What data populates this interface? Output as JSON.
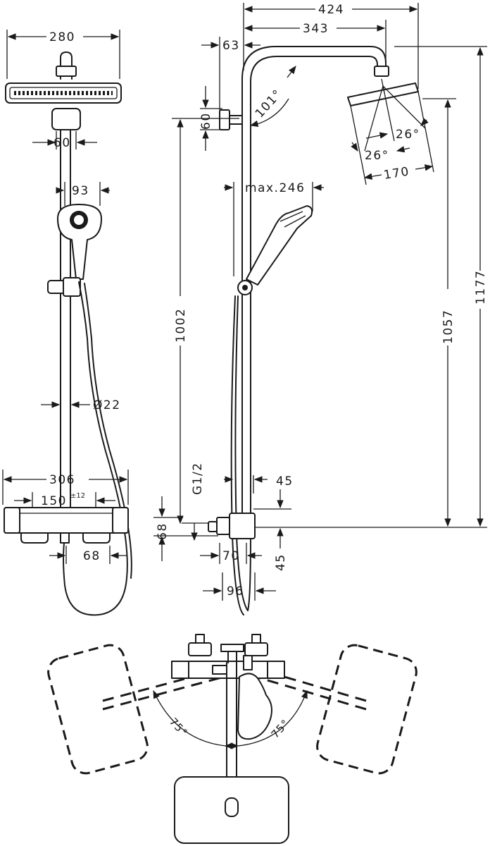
{
  "dimensions": {
    "front_width_head": "280",
    "front_arm_connector": "60",
    "front_hand_shower": "93",
    "front_rail_diameter": "Ø22",
    "front_thermostat_width": "306",
    "front_inlet_spacing": "150",
    "front_inlet_tolerance": "±12",
    "front_outlet": "68",
    "side_total_reach": "424",
    "side_arm_reach": "343",
    "side_wall_offset": "63",
    "side_bracket_height": "60",
    "side_arm_angle": "101°",
    "side_tilt_angle_1": "26°",
    "side_tilt_angle_2": "26°",
    "side_head_depth": "170",
    "side_hand_max_reach": "max.246",
    "side_height_1002": "1002",
    "side_height_1057": "1057",
    "side_height_1177": "1177",
    "side_thread": "G1/2",
    "side_45_top": "45",
    "side_68": "68",
    "side_70": "70",
    "side_45_bottom": "45",
    "side_96": "96",
    "top_angle_left": "75°",
    "top_angle_right": "75°"
  },
  "colors": {
    "line": "#1a1a1a",
    "background": "#ffffff"
  }
}
